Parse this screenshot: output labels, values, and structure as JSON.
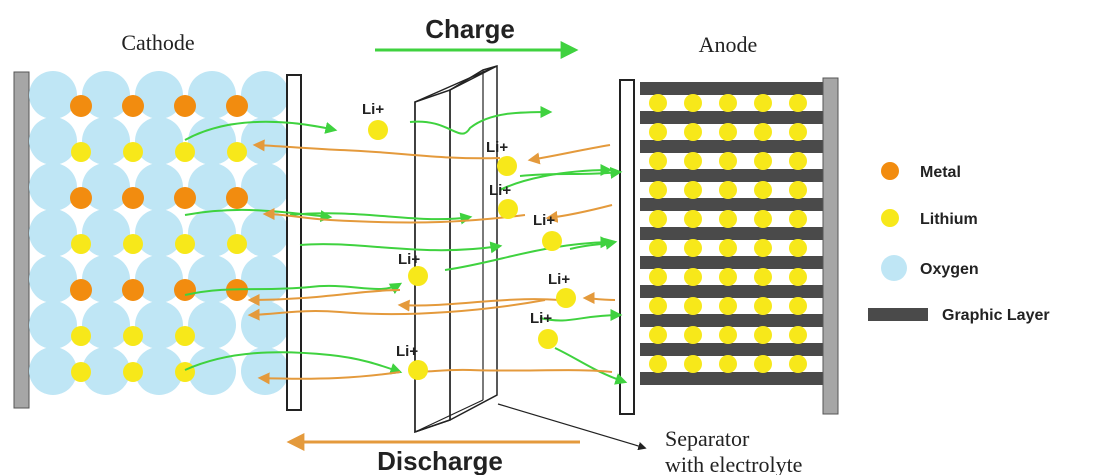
{
  "labels": {
    "cathode": "Cathode",
    "anode": "Anode",
    "charge": "Charge",
    "discharge": "Discharge",
    "separator_line1": "Separator",
    "separator_line2": "with electrolyte",
    "ion": "Li+"
  },
  "legend": [
    {
      "label": "Metal",
      "icon": "metal-dot-icon",
      "color": "#f28c0f"
    },
    {
      "label": "Lithium",
      "icon": "lithium-dot-icon",
      "color": "#f7e81a"
    },
    {
      "label": "Oxygen",
      "icon": "oxygen-dot-icon",
      "color": "#bfe6f5"
    },
    {
      "label": "Graphic Layer",
      "icon": "graphic-layer-icon",
      "color": "#4a4a4a"
    }
  ],
  "colors": {
    "oxygen": "#bfe6f5",
    "metal": "#f28c0f",
    "lithium": "#f7e81a",
    "graphite": "#4a4a4a",
    "plate": "#a6a6a6",
    "charge_arrow": "#3fd23f",
    "discharge_arrow": "#e49a3c"
  }
}
